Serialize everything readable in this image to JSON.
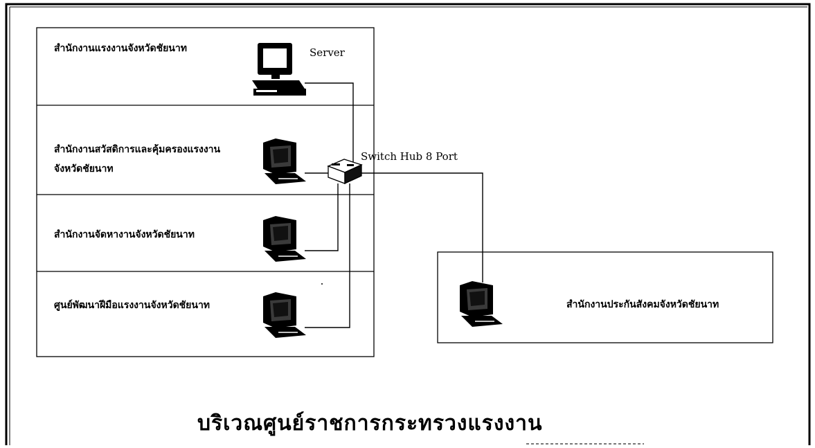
{
  "offices": [
    {
      "line1": "สำนักงานแรงงานจังหวัดชัยนาท",
      "line2": ""
    },
    {
      "line1": "สำนักงานสวัสดิการและคุ้มครองแรงงาน",
      "line2": "จังหวัดชัยนาท"
    },
    {
      "line1": "สำนักงานจัดหางานจังหวัดชัยนาท",
      "line2": ""
    },
    {
      "line1": "ศูนย์พัฒนาฝีมือแรงงานจังหวัดชัยนาท",
      "line2": ""
    }
  ],
  "server_label": "Server",
  "hub_label": "Switch Hub 8 Port",
  "remote_office": "สำนักงานประกันสังคมจังหวัดชัยนาท",
  "area_title": "บริเวณศูนย์ราชการกระทรวงแรงงาน"
}
